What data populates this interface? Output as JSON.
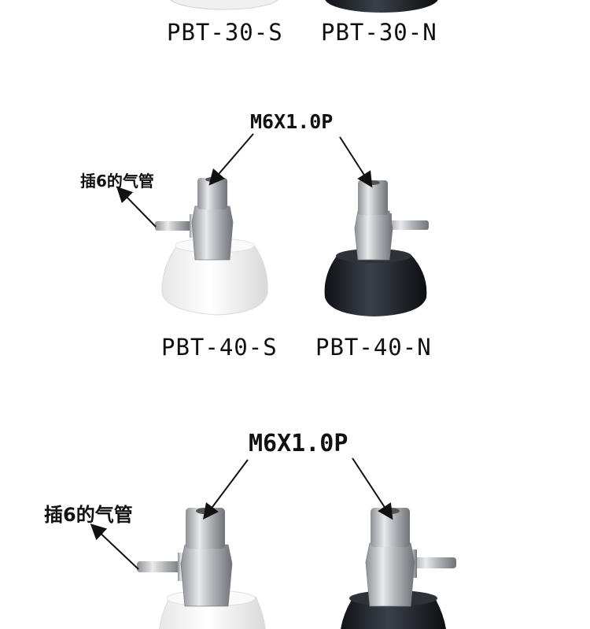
{
  "section1": {
    "left_model": "PBT-30-S",
    "right_model": "PBT-30-N"
  },
  "section2": {
    "thread": "M6X1.0P",
    "hose": "插6的气管",
    "left_model": "PBT-40-S",
    "right_model": "PBT-40-N"
  },
  "section3": {
    "thread": "M6X1.0P",
    "hose": "插6的气管"
  },
  "colors": {
    "white_cup": "#f3f3f3",
    "black_cup": "#1e2228",
    "steel": "#b9bcc0",
    "text": "#111111"
  }
}
